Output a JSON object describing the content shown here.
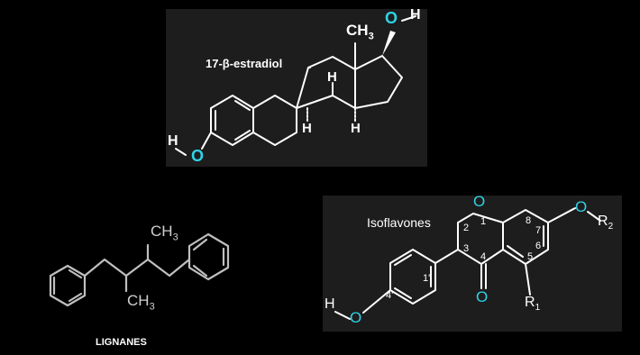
{
  "estradiol": {
    "name": "17-β-estradiol",
    "methyl": "CH",
    "methyl_sub": "3",
    "oxygen": "O",
    "hydrogen": "H",
    "h_alpha_1": "H",
    "h_beta": "H",
    "h_alpha_2": "H"
  },
  "isoflavones": {
    "name": "Isoflavones",
    "ring_oxygen": "O",
    "carbonyl_oxygen": "O",
    "hydroxyl_oxygen": "O",
    "ether_oxygen": "O",
    "hydrogen": "H",
    "r1": "R",
    "r1_sub": "1",
    "r2": "R",
    "r2_sub": "2",
    "numbers": {
      "n1": "1",
      "n2": "2",
      "n3": "3",
      "n4": "4",
      "n5": "5",
      "n6": "6",
      "n7": "7",
      "n8": "8",
      "n1p": "1'",
      "n4p": "4'"
    }
  },
  "lignanes": {
    "name": "LIGNANES",
    "methyl_top": "CH",
    "methyl_top_sub": "3",
    "methyl_bottom": "CH",
    "methyl_bottom_sub": "3"
  },
  "colors": {
    "background": "#000000",
    "panel": "#1d1d1d",
    "oxygen": "#2fd3e6",
    "bond": "#ffffff"
  }
}
